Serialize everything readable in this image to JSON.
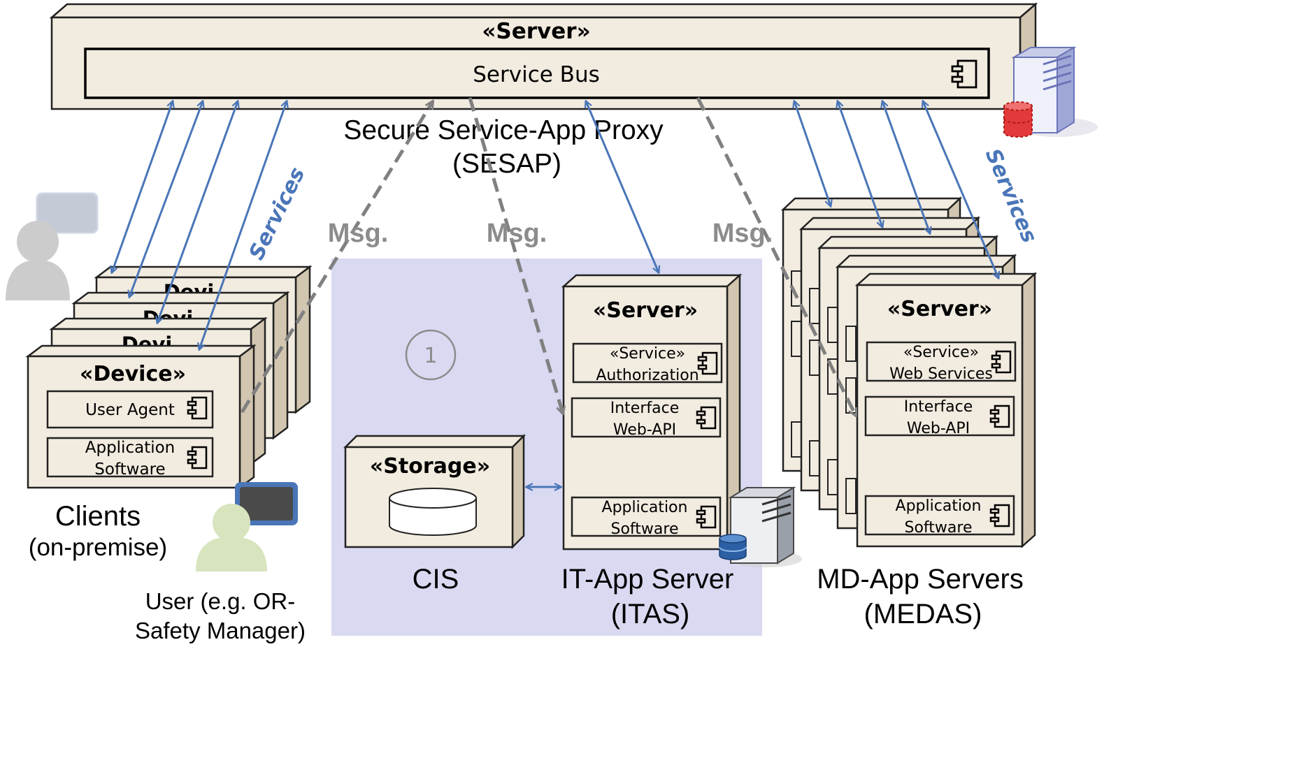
{
  "colors": {
    "node_fill": "#f2ebdf",
    "node_side": "#d2c6b0",
    "node_stroke": "#222222",
    "zone_fill": "#d9d9f2",
    "service_arrow": "#4a76b8",
    "msg_arrow": "#808080",
    "msg_text": "#8c8c8c",
    "services_text": "#4a76b8"
  },
  "server_bus": {
    "stereotype": "«Server»",
    "bus_label": "Service Bus"
  },
  "sesap": {
    "line1": "Secure Service-App Proxy",
    "line2": "(SESAP)"
  },
  "labels": {
    "services_left": "Services",
    "services_right": "Services",
    "msg_left": "Msg.",
    "msg_middle": "Msg.",
    "msg_right": "Msg.",
    "marker": "1"
  },
  "device": {
    "stereotype": "«Device»",
    "stack_hint": "Devi",
    "component1": "User Agent",
    "component2_l1": "Application",
    "component2_l2": "Software"
  },
  "clients": {
    "line1": "Clients",
    "line2": "(on-premise)"
  },
  "user": {
    "line1": "User (e.g. OR-",
    "line2": "Safety Manager)"
  },
  "storage": {
    "stereotype": "«Storage»",
    "caption": "CIS"
  },
  "itas": {
    "stereotype": "«Server»",
    "comp1_l1": "«Service»",
    "comp1_l2": "Authorization",
    "comp2_l1": "Interface",
    "comp2_l2": "Web-API",
    "comp3_l1": "Application",
    "comp3_l2": "Software",
    "caption_l1": "IT-App Server",
    "caption_l2": "(ITAS)"
  },
  "medas": {
    "stereotype": "«Server»",
    "comp1_l1": "«Service»",
    "comp1_l2": "Web Services",
    "comp2_l1": "Interface",
    "comp2_l2": "Web-API",
    "comp3_l1": "Application",
    "comp3_l2": "Software",
    "caption_l1": "MD-App Servers",
    "caption_l2": "(MEDAS)"
  }
}
